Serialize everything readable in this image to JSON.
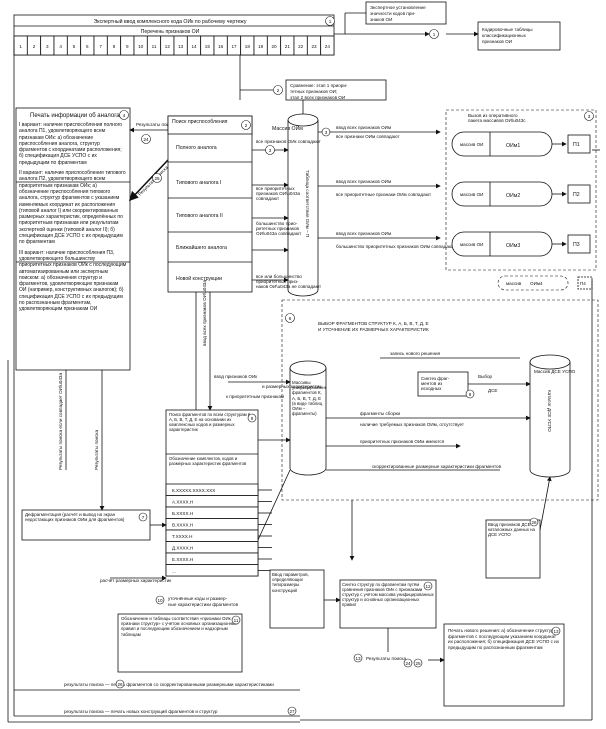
{
  "top": {
    "input_title": "Экспертный ввод комплексного кода ОИк по рабочему чертежу",
    "features_title": "Перечень признаков ОИ",
    "cells": [
      "1",
      "2",
      "3",
      "4",
      "5",
      "6",
      "7",
      "8",
      "9",
      "10",
      "11",
      "12",
      "13",
      "14",
      "15",
      "16",
      "17",
      "18",
      "19",
      "20",
      "21",
      "22",
      "23",
      "24"
    ],
    "expert_note": "Экспертное установление значности кодов признаков ОИ",
    "coding_tables": "Кодировочные таблицы классификационных признаков ОИ",
    "compare": "Сравнение: этап 1 приоритетных признаков ОИ; этап 2 всех признаков ОИ"
  },
  "left_panel": {
    "title": "Печать информации об аналогах",
    "v1": "I вариант: наличие приспособления полного аналога П1, удовлетворяющего всем признакам ОИк: а) обозначение приспособления аналога, структур фрагментов с координатами расположения; б) спецификация ДСЕ УСПО с их предыдущим по фрагментам",
    "v2": "II вариант: наличие приспособления типового аналога П2, удовлетворяющего всем приоритетным признакам ОИк; а) обозначение приспособления типового аналога, структур фрагментов с указанием изменяемых координат их расположения (типовой аналог I) или скорректированных размерных характеристик, определённых по приоритетным признакам или результатам экспертной оценки (типовой аналог II); б) спецификация ДСЕ УСПО с их предыдущим по фрагментам",
    "v3": "III вариант: наличие приспособления П3, удовлетворяющего большинству приоритетных признаков ОИк с последующим автоматизированным или экспертным поиском: а) обозначения структур и фрагментов, удовлетворяющих признакам ОИ (например, конструктивных аналогов); б) спецификация ДСЕ УСПО с их предыдущим по распознанным фрагментам, удовлетворяющим признакам ОИ"
  },
  "search": {
    "title": "Поиск приспособления",
    "full": "Полного аналога",
    "typical1": "Типового аналога I",
    "typical2": "Типового аналога II",
    "nearest": "Ближайшего аналога",
    "new": "Новой конструкции",
    "results": "Результаты поиска"
  },
  "cyl_main": {
    "top_label": "Массив ОИм",
    "side": "Таблица соответствия ОИм – П"
  },
  "cond": {
    "all_match": "все признаков ОИк совпадают",
    "prio_match": "все приоритетных признаков ОИк совпадают",
    "most_match": "большинство приоритетных признаков ОИк совпадают",
    "all_not": "все или большинство приоритетных признаков ОИк не совпадают"
  },
  "inputs": {
    "i1": "ввод всех признаков ОИм",
    "i1b": "все признаки ОИм совпадают",
    "i2": "ввод всех признаков ОИм",
    "i2b": "все приоритетные признаки ОИм совпадают",
    "i3": "ввод всех признаков ОИм",
    "i3b": "большинство приоритетных признаков ОИм совпадают"
  },
  "right_panel": {
    "title": "Вызов из оперативного пакета массивов ОИм",
    "mass": "массив ОИ",
    "oi1": "ОИм1",
    "oi2": "ОИм2",
    "oi3": "ОИм3",
    "oi4": "ОИм4",
    "p1": "П1",
    "p2": "П2",
    "p3": "П3",
    "p4": "П4"
  },
  "middle": {
    "title": "ВЫБОР ФРАГМЕНТОВ СТРУКТУР К, А, Б, В, Т, Д, Е И УТОЧНЕНИЕ ИХ РАЗМЕРНЫХ ХАРАКТЕРИСТИК",
    "new_request": "запись нового решения",
    "synth": "Синтез фрагментов из исходных",
    "choice": "Выбор",
    "dse": "ДСЕ",
    "mass_dse": "Массив ДСЕ УСПО",
    "cyl_frag": "Массивы унифицированных фрагментов К, А, Б, В, Т, Д, Е (в виде таблиц ОИм – фрагменты)",
    "frag_line1": "фрагменты сборки",
    "frag_line2": "наличие требуемых признаков ОИм, отсутствует",
    "frag_line3": "приоритетных признаков ОИм имеются",
    "frag_line4": "скорректированные размерные характеристики фрагментов",
    "dse_note": "Ввод признаков ДСЕ и каталожных данных на ДСЕ УСПО",
    "input_prio": "ввод признаков ОИк",
    "ranges": "и размерных характеристик",
    "to_prio": "к приоритетным признакам"
  },
  "frag_list": {
    "head": "Поиск фрагментов по всем структурам К, А, Б, В, Т, Д, Е на основании их комплексных кодов и размерных характеристик",
    "sub": "Обозначение комплектов, кодов и размерных характеристик фрагментов",
    "rows": [
      "К.ХХХХХ.ХХХХ.ХХХ",
      "А.ХХХХ.Н",
      "Б.ХХХХ.Н",
      "В.ХХХХ.Н",
      "Т.ХХХХ.Н",
      "Д.ХХХХ.Н",
      "Е.ХХХХ.Н",
      "..."
    ]
  },
  "lower": {
    "synthesis_box": "Синтез структур по фрагментам путём сравнения признаков ОИк с признаками структур с учётом массива унифицированных структур и основных организационных правил",
    "input_params": "Ввод параметров, определяющих типоразмеры конструкций",
    "defrag": "Дефрагментация (расчёт и вывод на экран недостающих признаков ОИм для фрагментов)",
    "adjust": "Расчёт размерных характеристик фрагментов",
    "designation": "Обозначение и таблицы соответствия «признаки ОИк – признаки структур» с учётом основных организационных правил и последующим обозначением и надзорным таблицам",
    "print_new": "Печать нового решения: а) обозначение структур, фрагментов с последующим указанием координат их расположения; б) спецификация ДСЕ УСПО с их предыдущим по распознанным фрагментам",
    "results_mark": "Результаты поиска",
    "res1": "результаты поиска — печать фрагментов со скорректированными размерными характеристиками",
    "res2": "результаты поиска — печать новых конструкций фрагментов и структур"
  },
  "numbers": [
    "1",
    "2",
    "3",
    "4",
    "5",
    "6",
    "7",
    "8",
    "9",
    "10",
    "11",
    "12",
    "13",
    "14",
    "15",
    "16",
    "17",
    "18",
    "19",
    "20",
    "21",
    "22",
    "23",
    "24",
    "25",
    "26",
    "27"
  ]
}
